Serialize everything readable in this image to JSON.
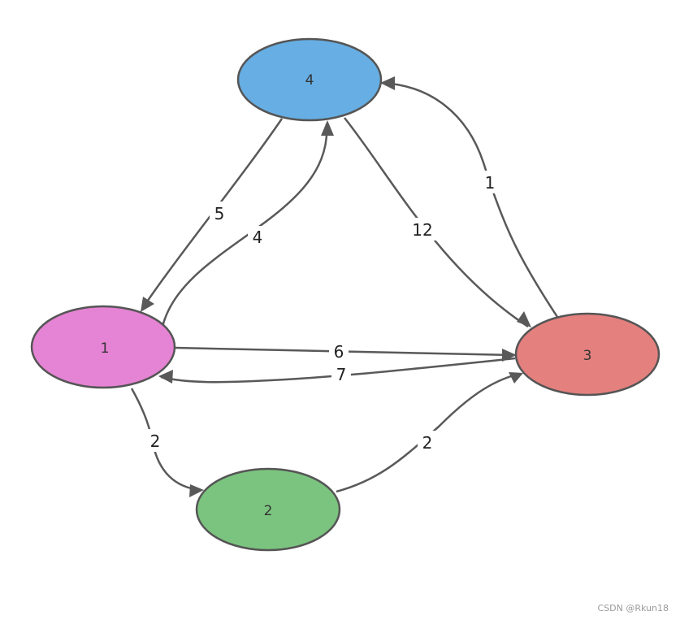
{
  "nodes": [
    {
      "id": "1",
      "label": "1",
      "color": "#E583D4"
    },
    {
      "id": "2",
      "label": "2",
      "color": "#7BC47F"
    },
    {
      "id": "3",
      "label": "3",
      "color": "#E4807E"
    },
    {
      "id": "4",
      "label": "4",
      "color": "#66AEE3"
    }
  ],
  "edges": [
    {
      "from": "4",
      "to": "1",
      "weight": "5"
    },
    {
      "from": "1",
      "to": "4",
      "weight": "4"
    },
    {
      "from": "4",
      "to": "3",
      "weight": "12"
    },
    {
      "from": "3",
      "to": "4",
      "weight": "1"
    },
    {
      "from": "1",
      "to": "3",
      "weight": "6"
    },
    {
      "from": "3",
      "to": "1",
      "weight": "7"
    },
    {
      "from": "1",
      "to": "2",
      "weight": "2"
    },
    {
      "from": "2",
      "to": "3",
      "weight": "2"
    }
  ],
  "watermark": "CSDN @Rkun18"
}
